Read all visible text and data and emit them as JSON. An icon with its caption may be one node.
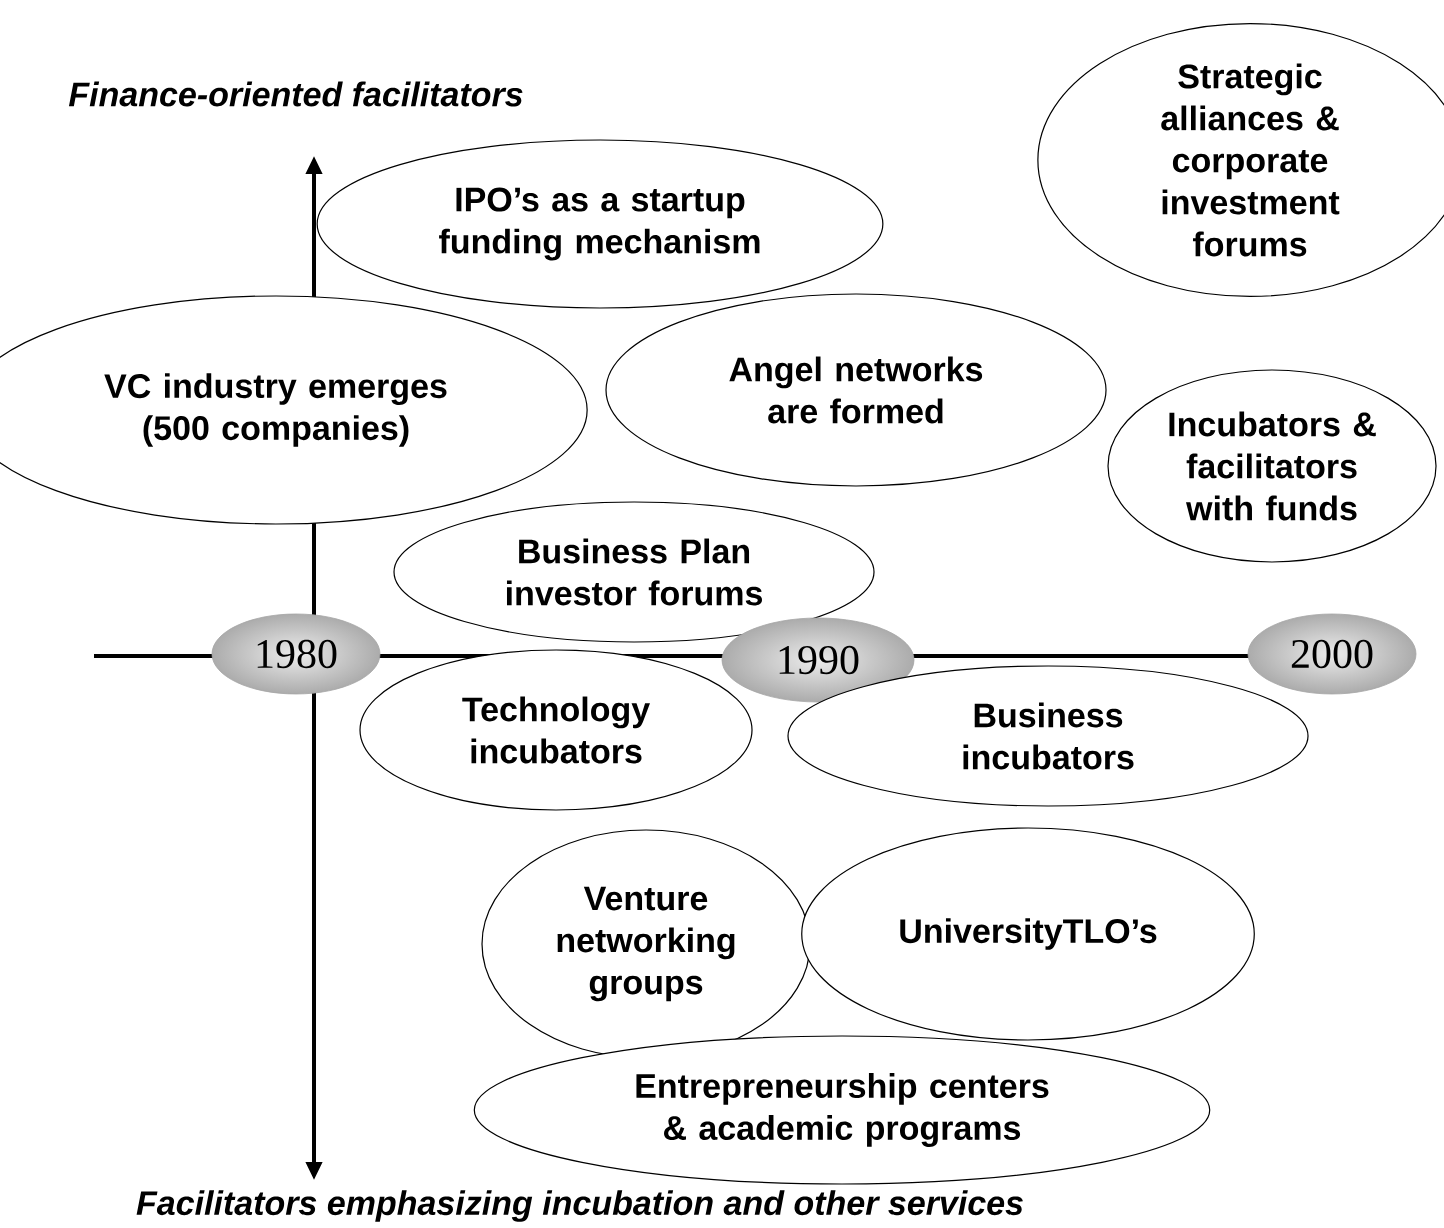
{
  "diagram": {
    "nodes": [
      {
        "text": [
          "Strategic alliances & corporate investment forums"
        ]
      },
      {
        "text": [
          "IPO’s as a startup funding mechanism"
        ]
      },
      {
        "text": [
          "VC industry emerges (500 companies)"
        ]
      },
      {
        "text": [
          "Angel networks are formed"
        ]
      },
      {
        "text": [
          "Incubators & facilitators with funds"
        ]
      },
      {
        "text": [
          "Business Plan investor forums"
        ]
      },
      {
        "text": [
          "1980"
        ]
      },
      {
        "text": [
          "1990"
        ]
      },
      {
        "text": [
          "2000"
        ]
      },
      {
        "text": [
          "Technology incubators"
        ]
      },
      {
        "text": [
          "Business incubators"
        ]
      },
      {
        "text": [
          "Venture networking groups"
        ]
      },
      {
        "text": [
          "UniversityTLO’s"
        ]
      },
      {
        "text": [
          "Entrepreneurship centers & academic programs"
        ]
      }
    ],
    "labels": [
      "Finance-oriented facilitators",
      "Facilitators emphasizing incubation and other services"
    ]
  }
}
